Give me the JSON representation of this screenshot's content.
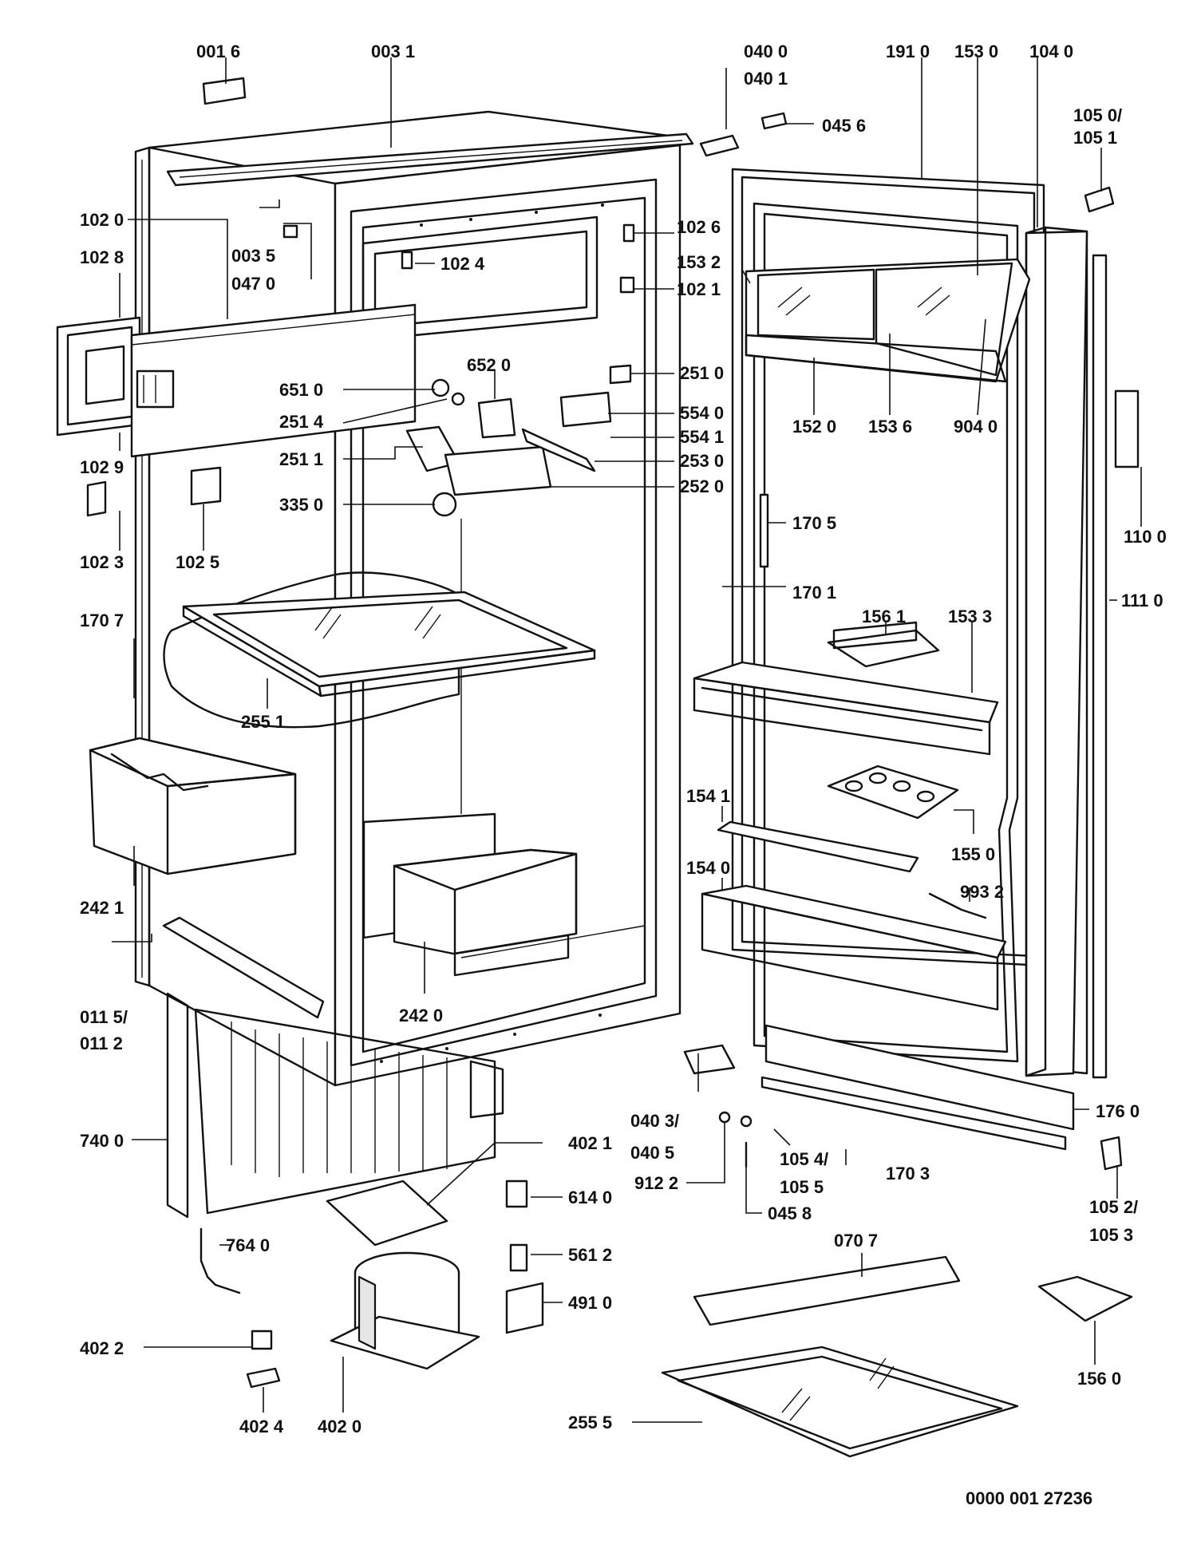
{
  "drawing": {
    "reference_number": "0000 001 27236"
  },
  "labels": [
    {
      "id": "l0016",
      "text": "001 6"
    },
    {
      "id": "l0031",
      "text": "003 1"
    },
    {
      "id": "l0400",
      "text": "040 0"
    },
    {
      "id": "l0401",
      "text": "040 1"
    },
    {
      "id": "l0456",
      "text": "045 6"
    },
    {
      "id": "l1910",
      "text": "191 0"
    },
    {
      "id": "l1530",
      "text": "153 0"
    },
    {
      "id": "l1040",
      "text": "104 0"
    },
    {
      "id": "l1050a",
      "text": "105 0/"
    },
    {
      "id": "l1051",
      "text": "105 1"
    },
    {
      "id": "l1020",
      "text": "102 0"
    },
    {
      "id": "l0035",
      "text": "003 5"
    },
    {
      "id": "l0470",
      "text": "047 0"
    },
    {
      "id": "l1028",
      "text": "102 8"
    },
    {
      "id": "l1024",
      "text": "102 4"
    },
    {
      "id": "l1026",
      "text": "102 6"
    },
    {
      "id": "l1532",
      "text": "153 2"
    },
    {
      "id": "l1021",
      "text": "102 1"
    },
    {
      "id": "l2510",
      "text": "251 0"
    },
    {
      "id": "l6520",
      "text": "652 0"
    },
    {
      "id": "l6510",
      "text": "651 0"
    },
    {
      "id": "l2514",
      "text": "251 4"
    },
    {
      "id": "l5540",
      "text": "554 0"
    },
    {
      "id": "l5541",
      "text": "554 1"
    },
    {
      "id": "l2511",
      "text": "251 1"
    },
    {
      "id": "l2530",
      "text": "253 0"
    },
    {
      "id": "l2520",
      "text": "252 0"
    },
    {
      "id": "l1029",
      "text": "102 9"
    },
    {
      "id": "l1520",
      "text": "152 0"
    },
    {
      "id": "l1536",
      "text": "153 6"
    },
    {
      "id": "l9040",
      "text": "904 0"
    },
    {
      "id": "l3350",
      "text": "335 0"
    },
    {
      "id": "l1705",
      "text": "170 5"
    },
    {
      "id": "l1023",
      "text": "102 3"
    },
    {
      "id": "l1025",
      "text": "102 5"
    },
    {
      "id": "l1100",
      "text": "110 0"
    },
    {
      "id": "l1701",
      "text": "170 1"
    },
    {
      "id": "l1110",
      "text": "111 0"
    },
    {
      "id": "l1707",
      "text": "170 7"
    },
    {
      "id": "l1561",
      "text": "156 1"
    },
    {
      "id": "l1533",
      "text": "153 3"
    },
    {
      "id": "l2551",
      "text": "255 1"
    },
    {
      "id": "l1541",
      "text": "154 1"
    },
    {
      "id": "l1550",
      "text": "155 0"
    },
    {
      "id": "l1540",
      "text": "154 0"
    },
    {
      "id": "l9932",
      "text": "993 2"
    },
    {
      "id": "l2421",
      "text": "242 1"
    },
    {
      "id": "l2420",
      "text": "242 0"
    },
    {
      "id": "l0115",
      "text": "011 5/"
    },
    {
      "id": "l0112",
      "text": "011 2"
    },
    {
      "id": "l1760",
      "text": "176 0"
    },
    {
      "id": "l0403",
      "text": "040 3/"
    },
    {
      "id": "l0405",
      "text": "040 5"
    },
    {
      "id": "l1054",
      "text": "105 4/"
    },
    {
      "id": "l1055",
      "text": "105 5"
    },
    {
      "id": "l7400",
      "text": "740 0"
    },
    {
      "id": "l4021",
      "text": "402 1"
    },
    {
      "id": "l1703",
      "text": "170 3"
    },
    {
      "id": "l9122",
      "text": "912 2"
    },
    {
      "id": "l1052",
      "text": "105 2/"
    },
    {
      "id": "l1053",
      "text": "105 3"
    },
    {
      "id": "l0458",
      "text": "045 8"
    },
    {
      "id": "l6140",
      "text": "614 0"
    },
    {
      "id": "l7640",
      "text": "764 0"
    },
    {
      "id": "l0707",
      "text": "070 7"
    },
    {
      "id": "l5612",
      "text": "561 2"
    },
    {
      "id": "l4910",
      "text": "491 0"
    },
    {
      "id": "l4022",
      "text": "402 2"
    },
    {
      "id": "l1560",
      "text": "156 0"
    },
    {
      "id": "l4024",
      "text": "402 4"
    },
    {
      "id": "l4020",
      "text": "402 0"
    },
    {
      "id": "l2555",
      "text": "255 5"
    }
  ]
}
